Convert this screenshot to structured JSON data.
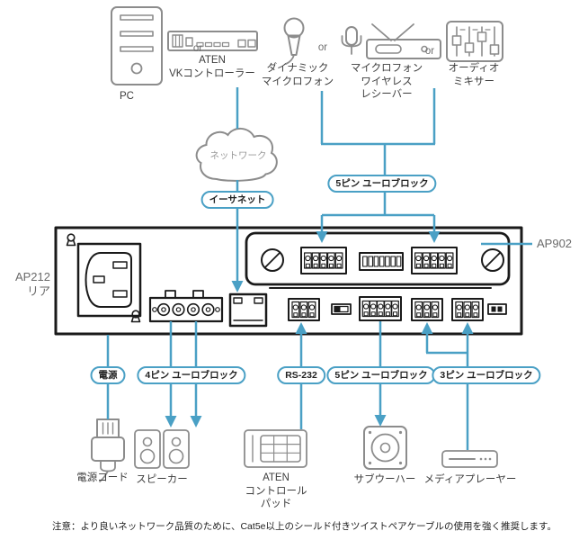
{
  "diagram": {
    "title_device": {
      "model": "AP212",
      "view": "リア",
      "module_callout": "AP902"
    },
    "top_sources": {
      "pc_label": "PC",
      "vk_label": "ATEN\nVKコントローラー",
      "or1": "or",
      "or2": "or",
      "or3": "or",
      "dynamic_mic_label": "ダイナミック\nマイクロフォン",
      "wireless_receiver_label": "マイクロフォン\nワイヤレス\nレシーバー",
      "audio_mixer_label": "オーディオ\nミキサー"
    },
    "network_cloud_label": "ネットワーク",
    "connection_tags": {
      "ethernet": "イーサネット",
      "euroblock_5pin_top": "5ピン ユーロブロック",
      "power": "電源",
      "euroblock_4pin": "4ピン ユーロブロック",
      "rs232": "RS-232",
      "euroblock_5pin_bottom": "5ピン ユーロブロック",
      "euroblock_3pin": "3ピン ユーロブロック"
    },
    "bottom_devices": {
      "power_cord_label": "電源コード",
      "speakers_label": "スピーカー",
      "control_pad_label": "ATEN\nコントロール\nパッド",
      "subwoofer_label": "サブウーハー",
      "media_player_label": "メディアプレーヤー"
    },
    "note": "注意：より良いネットワーク品質のために、Cat5e以上のシールド付きツイストペアケーブルの使用を強く推奨します。",
    "colors": {
      "connection_blue": "#4AA0C5",
      "icon_gray": "#8C8C8C",
      "panel_black": "#1A1A1A"
    }
  }
}
